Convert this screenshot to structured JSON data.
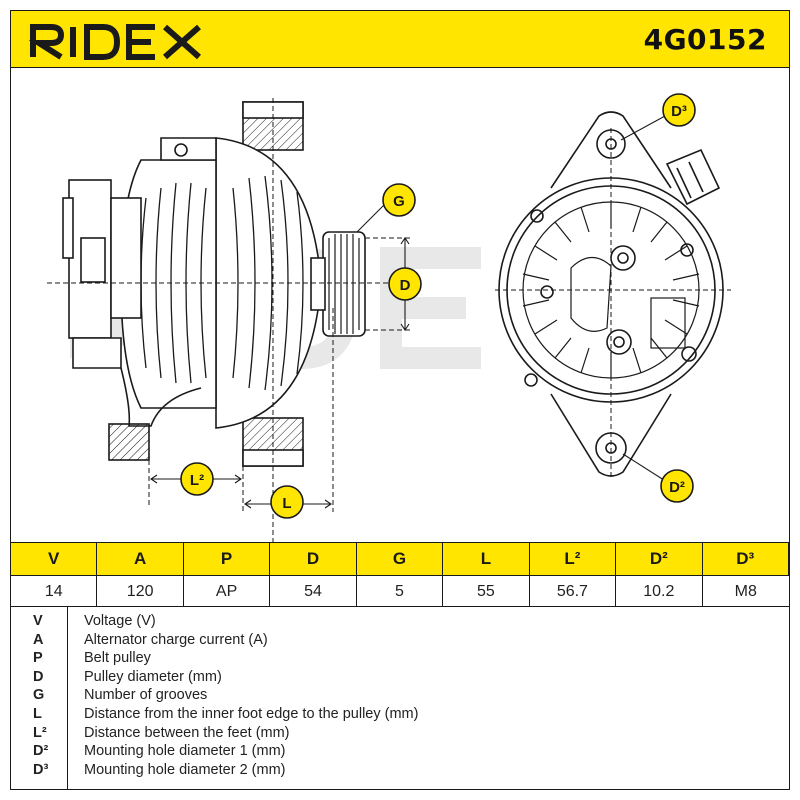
{
  "header": {
    "brand": "RIDEX",
    "part_number": "4G0152"
  },
  "callouts": {
    "d3": "D³",
    "g": "G",
    "d": "D",
    "l2": "L²",
    "l": "L",
    "d2": "D²"
  },
  "specs": {
    "headers": [
      "V",
      "A",
      "P",
      "D",
      "G",
      "L",
      "L²",
      "D²",
      "D³"
    ],
    "values": [
      "14",
      "120",
      "AP",
      "54",
      "5",
      "55",
      "56.7",
      "10.2",
      "M8"
    ]
  },
  "legend": [
    {
      "symbol": "V",
      "description": "Voltage (V)"
    },
    {
      "symbol": "A",
      "description": "Alternator charge current (A)"
    },
    {
      "symbol": "P",
      "description": "Belt pulley"
    },
    {
      "symbol": "D",
      "description": "Pulley diameter (mm)"
    },
    {
      "symbol": "G",
      "description": "Number of grooves"
    },
    {
      "symbol": "L",
      "description": "Distance from the inner foot edge to the pulley (mm)"
    },
    {
      "symbol": "L²",
      "description": "Distance between the feet (mm)"
    },
    {
      "symbol": "D²",
      "description": "Mounting hole diameter 1 (mm)"
    },
    {
      "symbol": "D³",
      "description": "Mounting hole diameter 2 (mm)"
    }
  ],
  "colors": {
    "brand_yellow": "#ffe500",
    "ink": "#1a1a1a"
  }
}
